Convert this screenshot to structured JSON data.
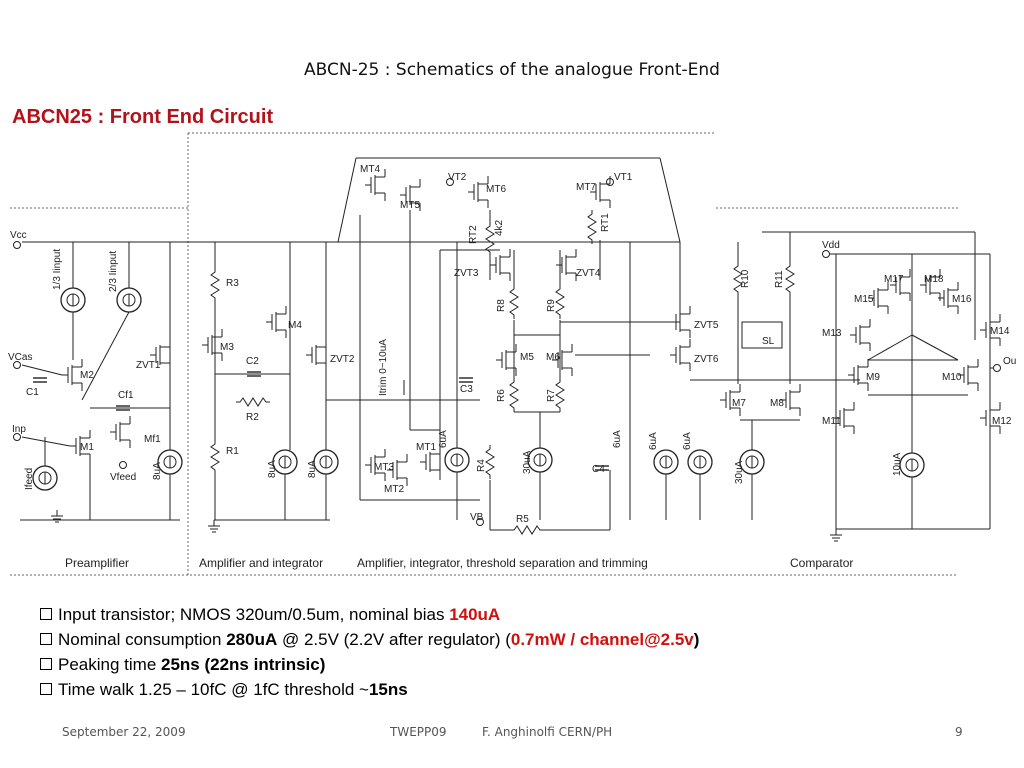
{
  "slide_title": "ABCN-25 :  Schematics of the analogue Front-End",
  "section_title": "ABCN25 : Front End Circuit",
  "schematic": {
    "sections": [
      "Preamplifier",
      "Amplifier and integrator",
      "Amplifier, integrator, threshold separation and trimming",
      "Comparator"
    ],
    "ports": {
      "vcc": "Vcc",
      "vcas": "VCas",
      "inp": "Inp",
      "vfeed": "Vfeed",
      "vdd": "Vdd",
      "vb": "VB",
      "out": "Ou",
      "vt1": "VT1",
      "vt2": "VT2"
    },
    "components": [
      "M1",
      "M2",
      "M3",
      "M4",
      "MT1",
      "MT2",
      "MT3",
      "MT4",
      "MT5",
      "MT6",
      "MT7",
      "M5",
      "M6",
      "M7",
      "M8",
      "M9",
      "M10",
      "M11",
      "M12",
      "M13",
      "M14",
      "M15",
      "M16",
      "M17",
      "M18",
      "Mf1",
      "ZVT1",
      "ZVT2",
      "ZVT3",
      "ZVT4",
      "ZVT5",
      "ZVT6",
      "R1",
      "R2",
      "R3",
      "R4",
      "R5",
      "R6",
      "R7",
      "R8",
      "R9",
      "R10",
      "R11",
      "RT1",
      "RT2",
      "C1",
      "C2",
      "C3",
      "C4",
      "Cf1",
      "SL"
    ],
    "sources": [
      "1/3 Iinput",
      "2/3 Iinput",
      "Ifeed",
      "8uA",
      "8uA",
      "8uA",
      "6uA",
      "30uA",
      "6uA",
      "6uA",
      "6uA",
      "30uA",
      "10uA",
      "Itrim 0~10uA"
    ],
    "value_labels": [
      "4k2"
    ]
  },
  "bullets": {
    "b1": {
      "text": "Input transistor; NMOS 320um/0.5um, nominal bias ",
      "value": "140uA"
    },
    "b2": {
      "text": "Nominal consumption ",
      "bold": "280uA",
      "mid": " @ 2.5V (2.2V after regulator) (",
      "red": "0.7mW / channel@2.5v",
      "end": ")"
    },
    "b3": {
      "text": "Peaking time ",
      "bold": "25ns (22ns intrinsic)"
    },
    "b4": {
      "text": "Time walk 1.25 – 10fC @ 1fC threshold  ~",
      "bold": "15ns"
    }
  },
  "footer": {
    "date": "September 22, 2009",
    "event": "TWEPP09",
    "author": "F. Anghinolfi CERN/PH",
    "page": "9"
  }
}
